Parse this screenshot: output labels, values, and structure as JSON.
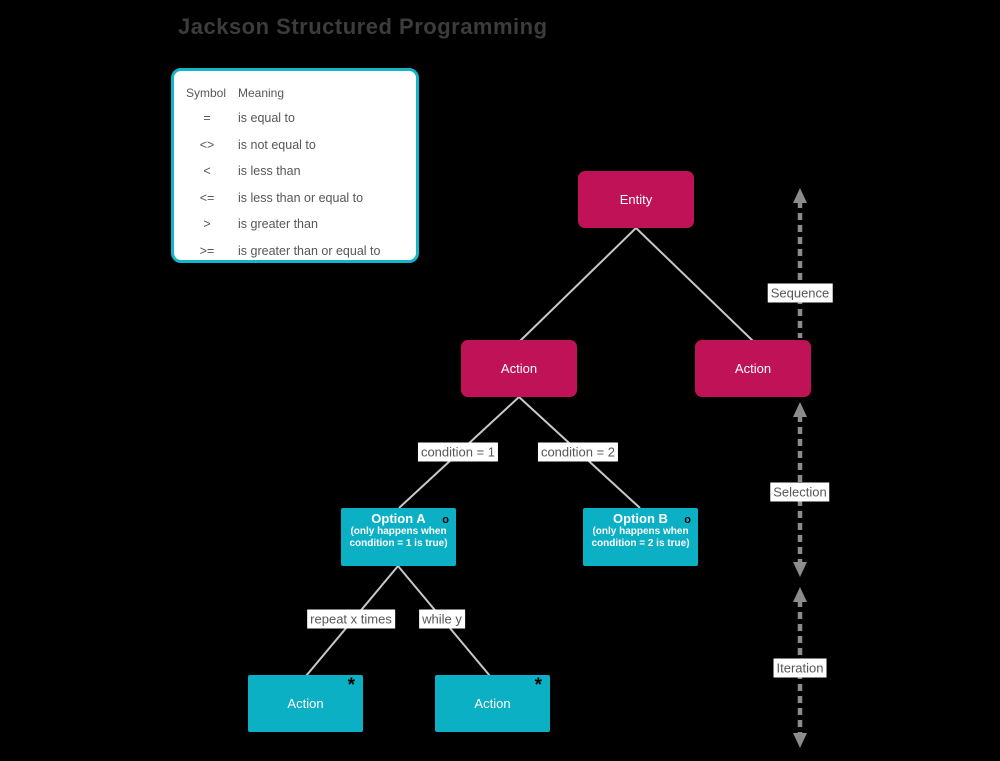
{
  "title": "Jackson Structured Programming",
  "colors": {
    "background": "#000000",
    "crimson_node": "#bf1257",
    "cyan_node": "#0bb0c4",
    "legend_border": "#13b6c9",
    "tree_line": "#c8c8c8",
    "arrow_gray": "#8c8c8c",
    "label_text": "#575757"
  },
  "legend": {
    "headers": {
      "symbol": "Symbol",
      "meaning": "Meaning"
    },
    "rows": [
      {
        "symbol": "=",
        "meaning": "is equal to"
      },
      {
        "symbol": "<>",
        "meaning": "is not equal to"
      },
      {
        "symbol": "<",
        "meaning": "is less than"
      },
      {
        "symbol": "<=",
        "meaning": "is less than or equal to"
      },
      {
        "symbol": ">",
        "meaning": "is greater than"
      },
      {
        "symbol": ">=",
        "meaning": "is greater than or equal to"
      }
    ]
  },
  "tree": {
    "entity": {
      "label": "Entity"
    },
    "action_left": {
      "label": "Action"
    },
    "action_right": {
      "label": "Action"
    },
    "option_a": {
      "title": "Option A",
      "marker": "o",
      "note": "(only happens when condition = 1 is true)"
    },
    "option_b": {
      "title": "Option B",
      "marker": "o",
      "note": "(only happens when condition = 2 is true)"
    },
    "iteration_left": {
      "label": "Action",
      "marker": "*"
    },
    "iteration_right": {
      "label": "Action",
      "marker": "*"
    }
  },
  "edge_labels": {
    "condition1": "condition = 1",
    "condition2": "condition = 2",
    "repeat": "repeat x times",
    "while": "while y"
  },
  "concepts": {
    "sequence": "Sequence",
    "selection": "Selection",
    "iteration": "Iteration"
  }
}
